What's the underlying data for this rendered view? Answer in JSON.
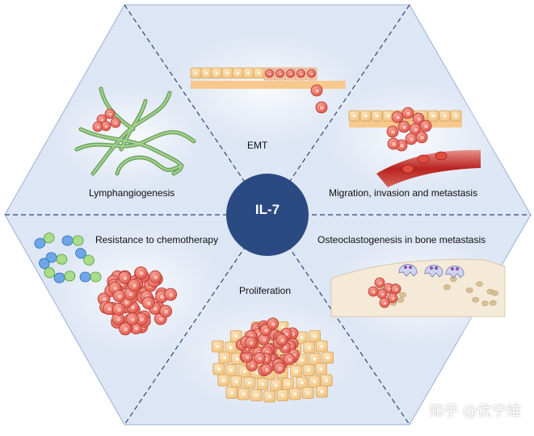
{
  "center": {
    "label": "IL-7"
  },
  "segments": {
    "emt": "EMT",
    "lymphangiogenesis": "Lymphangiogenesis",
    "migration": "Migration, invasion and metastasis",
    "chemo": "Resistance to chemotherapy",
    "osteoclast": "Osteoclastogenesis in bone metastasis",
    "proliferation": "Proliferation"
  },
  "watermark": "知乎 @优宁维",
  "colors": {
    "hexagon_fill": "#dde6f4",
    "divider": "#2f4678",
    "center_circle": "#2b4a82",
    "tumor_cell": "#ef6a5b",
    "normal_cell": "#f8d49a",
    "vessel": "#8fbf7c",
    "blood": "#c8312a",
    "bone": "#f5ead8"
  }
}
